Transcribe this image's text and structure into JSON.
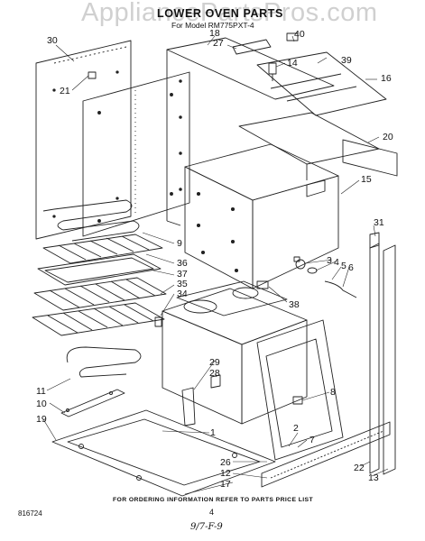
{
  "watermark": "AppliancePartsPros.com",
  "title": "LOWER OVEN PARTS",
  "subtitle": "For Model RM775PXT-4",
  "footer_note": "FOR ORDERING INFORMATION REFER TO PARTS PRICE LIST",
  "page_number": "4",
  "doc_number": "816724",
  "handwritten_date": "9/7-F-9",
  "callouts": [
    "30",
    "18",
    "27",
    "40",
    "14",
    "39",
    "16",
    "21",
    "20",
    "15",
    "31",
    "3",
    "4",
    "5",
    "6",
    "9",
    "36",
    "37",
    "35",
    "34",
    "38",
    "29",
    "28",
    "8",
    "11",
    "10",
    "19",
    "1",
    "7",
    "26",
    "12",
    "17",
    "22",
    "13",
    "2"
  ]
}
